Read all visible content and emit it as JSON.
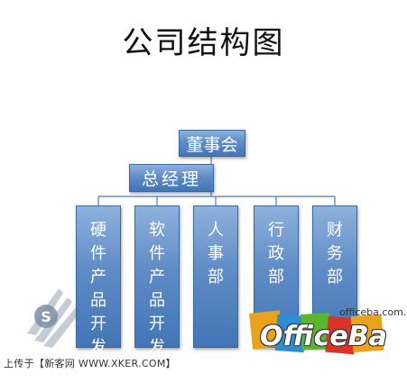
{
  "title": "公司结构图",
  "chairman": "董事会",
  "general_manager": "总经理",
  "departments": [
    {
      "label": "硬件产品开发"
    },
    {
      "label": "软件产品开发部"
    },
    {
      "label": "人事部"
    },
    {
      "label": "行政部"
    },
    {
      "label": "财务部"
    }
  ],
  "watermark": {
    "upload_text": "上传于【新客网 WWW.XKER.COM】",
    "logo_url": "officeba.com.cn",
    "logo_text": "OfficeBa",
    "badge_letter": "S"
  },
  "colors": {
    "box_fill": "#5f8cc6",
    "box_border": "#3a69a8",
    "connector": "#4a7ab8"
  }
}
